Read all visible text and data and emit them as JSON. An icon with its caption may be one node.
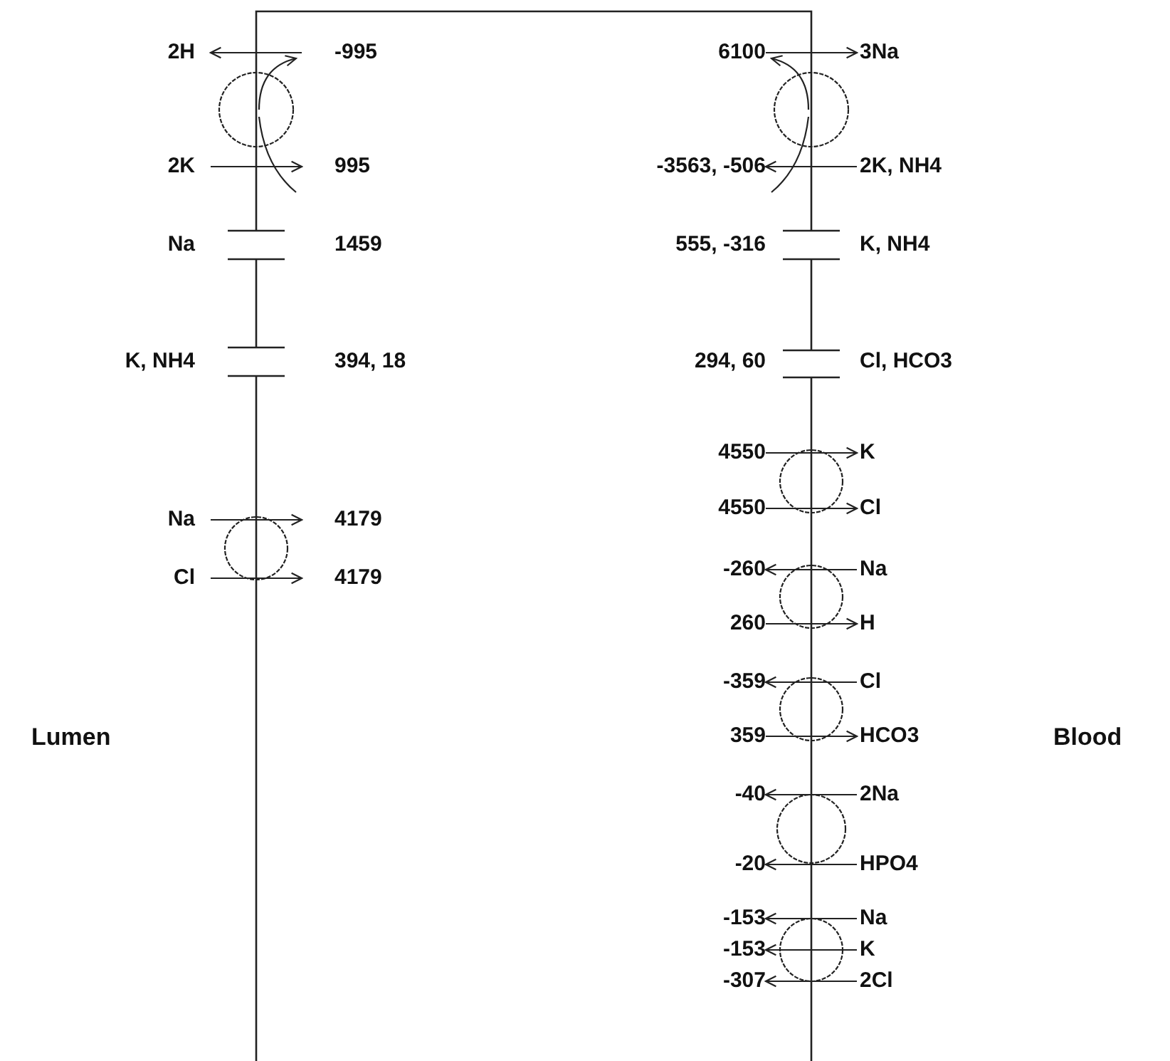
{
  "diagram": {
    "labels": [
      "2H",
      "-995",
      "6100",
      "3Na",
      "2K",
      "995",
      "-3563, -506",
      "2K, NH4",
      "Na",
      "1459",
      "555, -316",
      "K, NH4",
      "K, NH4",
      "394, 18",
      "294, 60",
      "Cl, HCO3",
      "4550",
      "K",
      "Na",
      "4179",
      "4550",
      "Cl",
      "-260",
      "Na",
      "Cl",
      "4179",
      "260",
      "H",
      "-359",
      "Cl",
      "Lumen",
      "359",
      "HCO3",
      "Blood",
      "-40",
      "2Na",
      "-20",
      "HPO4",
      "-153",
      "Na",
      "-153",
      "K",
      "-307",
      "2Cl"
    ]
  }
}
